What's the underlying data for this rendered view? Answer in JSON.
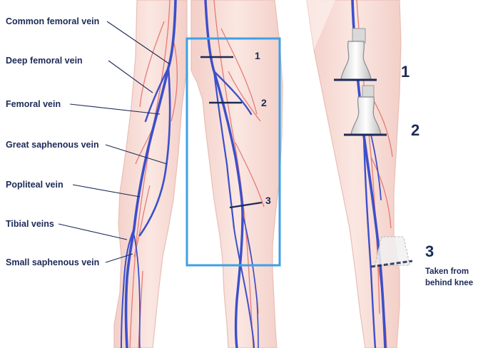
{
  "labels": {
    "common_femoral": "Common femoral vein",
    "deep_femoral": "Deep femoral vein",
    "femoral": "Femoral vein",
    "great_saphenous": "Great saphenous vein",
    "popliteal": "Popliteal vein",
    "tibial": "Tibial veins",
    "small_saphenous": "Small saphenous vein"
  },
  "box_markers": [
    "1",
    "2",
    "3"
  ],
  "probe_markers": [
    "1",
    "2",
    "3"
  ],
  "note": [
    "Taken from",
    "behind knee"
  ],
  "colors": {
    "skin": "#f9e1dc",
    "skin_outline": "#e8bfb6",
    "vein_blue": "#3d4fc9",
    "vein_dark": "#2a3585",
    "artery_red": "#e05a55",
    "highlight_box": "#3da0e6",
    "text": "#1c2a57"
  }
}
